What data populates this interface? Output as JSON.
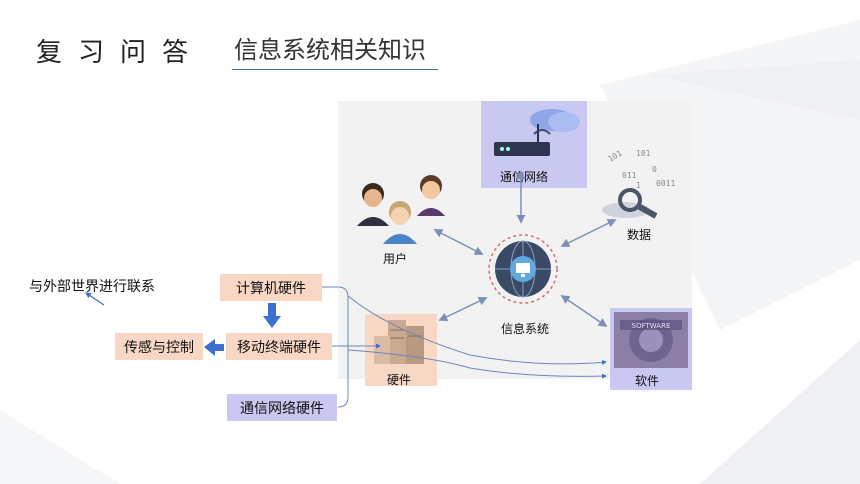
{
  "header": {
    "title": "复习问答",
    "subtitle": "信息系统相关知识"
  },
  "diagram": {
    "center_label": "信息系统",
    "network_label": "通信网络",
    "data_label": "数据",
    "users_label": "用户",
    "hardware_label": "硬件",
    "software_label": "软件",
    "software_logo_text": "SOFTWARE",
    "binary_text": "101 011 10 0011"
  },
  "left": {
    "external": "与外部世界进行联系",
    "computer_hw": "计算机硬件",
    "sensing": "传感与控制",
    "mobile_hw": "移动终端硬件",
    "network_hw": "通信网络硬件"
  },
  "colors": {
    "peach": "#f8d7c4",
    "lavender": "#c9c8f0",
    "arrow": "#7b8fb8",
    "accent_blue": "#4a6fa5"
  }
}
